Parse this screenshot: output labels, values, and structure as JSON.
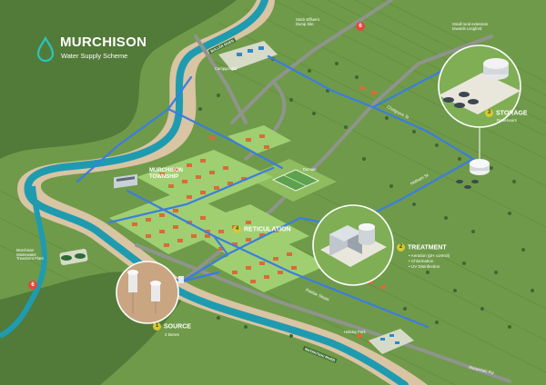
{
  "title": {
    "main": "MURCHISON",
    "subtitle": "Water Supply Scheme"
  },
  "steps": [
    {
      "number": "1",
      "label": "SOURCE",
      "detail": "2 Bores"
    },
    {
      "number": "2",
      "label": "TREATMENT",
      "details": [
        "• Aeration (pH control)",
        "• Chlorination",
        "• UV Disinfection"
      ]
    },
    {
      "number": "3",
      "label": "STORAGE",
      "detail": "Reservoirs"
    },
    {
      "number": "4",
      "label": "RETICULATION"
    }
  ],
  "places": {
    "township": "MURCHISON",
    "township2": "TOWNSHIP",
    "campground": "Campground",
    "stock_effluent": "Stock Effluent",
    "dump_site": "Dump Site",
    "extension_1": "Small rural extension",
    "extension_2": "towards Longford",
    "domain": "Domain",
    "wastewater_1": "Murchison",
    "wastewater_2": "Wastewater",
    "wastewater_3": "Treatment Plant",
    "holiday_park": "Holiday Park"
  },
  "roads": {
    "chalgrave": "Chalgrave St",
    "hotham": "Hotham St",
    "fairfax": "Fairfax Street",
    "matakitaki": "Matakitaki Rd"
  },
  "rivers": {
    "buller": "BULLER RIVER",
    "matakitaki": "MATAKITAKI RIVER"
  },
  "highway_markers": {
    "north": "6",
    "west": "6"
  },
  "colors": {
    "grass": "#6f9a4a",
    "grass_dark": "#5f8a40",
    "river": "#1f9bb0",
    "river_bank": "#d9c4a3",
    "water_main": "#3b7de0",
    "road": "#8f948c",
    "accent_yellow": "#d8c832",
    "marker_red": "#e2493b"
  }
}
